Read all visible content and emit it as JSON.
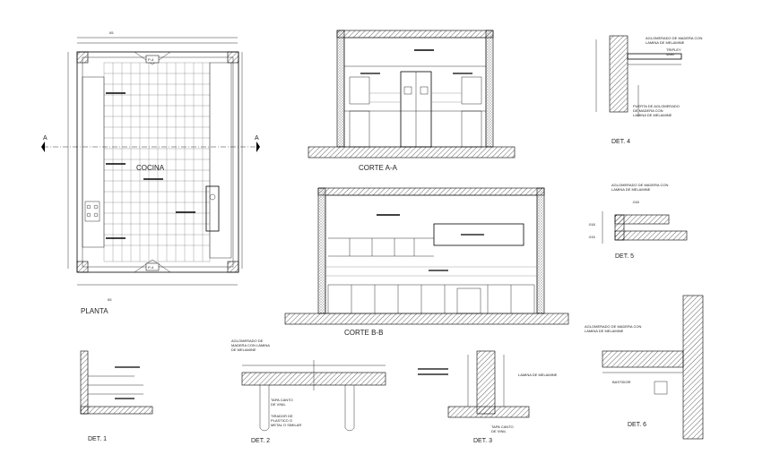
{
  "drawing": {
    "plan": {
      "title": "PLANTA",
      "room_label": "COCINA",
      "axis_marks": [
        "A",
        "A"
      ],
      "door_tags": [
        "P-4",
        "P-4"
      ]
    },
    "section_aa": {
      "title": "CORTE A-A"
    },
    "section_bb": {
      "title": "CORTE B-B"
    },
    "detail_1": {
      "title": "DET. 1"
    },
    "detail_2": {
      "title": "DET. 2",
      "notes": [
        "AGLOMERADO DE",
        "MADERA CON LAMINA",
        "DE MELAMINE",
        "TAPA CANTO",
        "DE VINIL",
        "TIRADOR DE",
        "PLASTICO O",
        "METAL O SIMILAR"
      ]
    },
    "detail_3": {
      "title": "DET. 3",
      "notes": [
        "LAMINA DE MELAMINE",
        "TAPA CANTO",
        "DE VINIL"
      ]
    },
    "detail_4": {
      "title": "DET. 4",
      "notes": [
        "AGLOMERADO DE MADERA CON",
        "LAMINA DE MELAMINE",
        "TRIPLEY",
        "4MM",
        "PUERTA DE AGLOMERADO",
        "DE MADERA CON",
        "LAMINA DE MELAMINE"
      ]
    },
    "detail_5": {
      "title": "DET. 5",
      "notes": [
        "AGLOMERADO DE MADERA CON",
        "LAMINA DE MELAMINE"
      ],
      "dims": [
        ".018",
        ".018",
        ".015"
      ]
    },
    "detail_6": {
      "title": "DET. 6",
      "notes": [
        "AGLOMERADO DE MADERA CON",
        "LAMINA DE MELAMINE",
        "BASTIDOR"
      ]
    }
  },
  "colors": {
    "line": "#000000",
    "grid": "#777777",
    "paper": "#ffffff"
  }
}
